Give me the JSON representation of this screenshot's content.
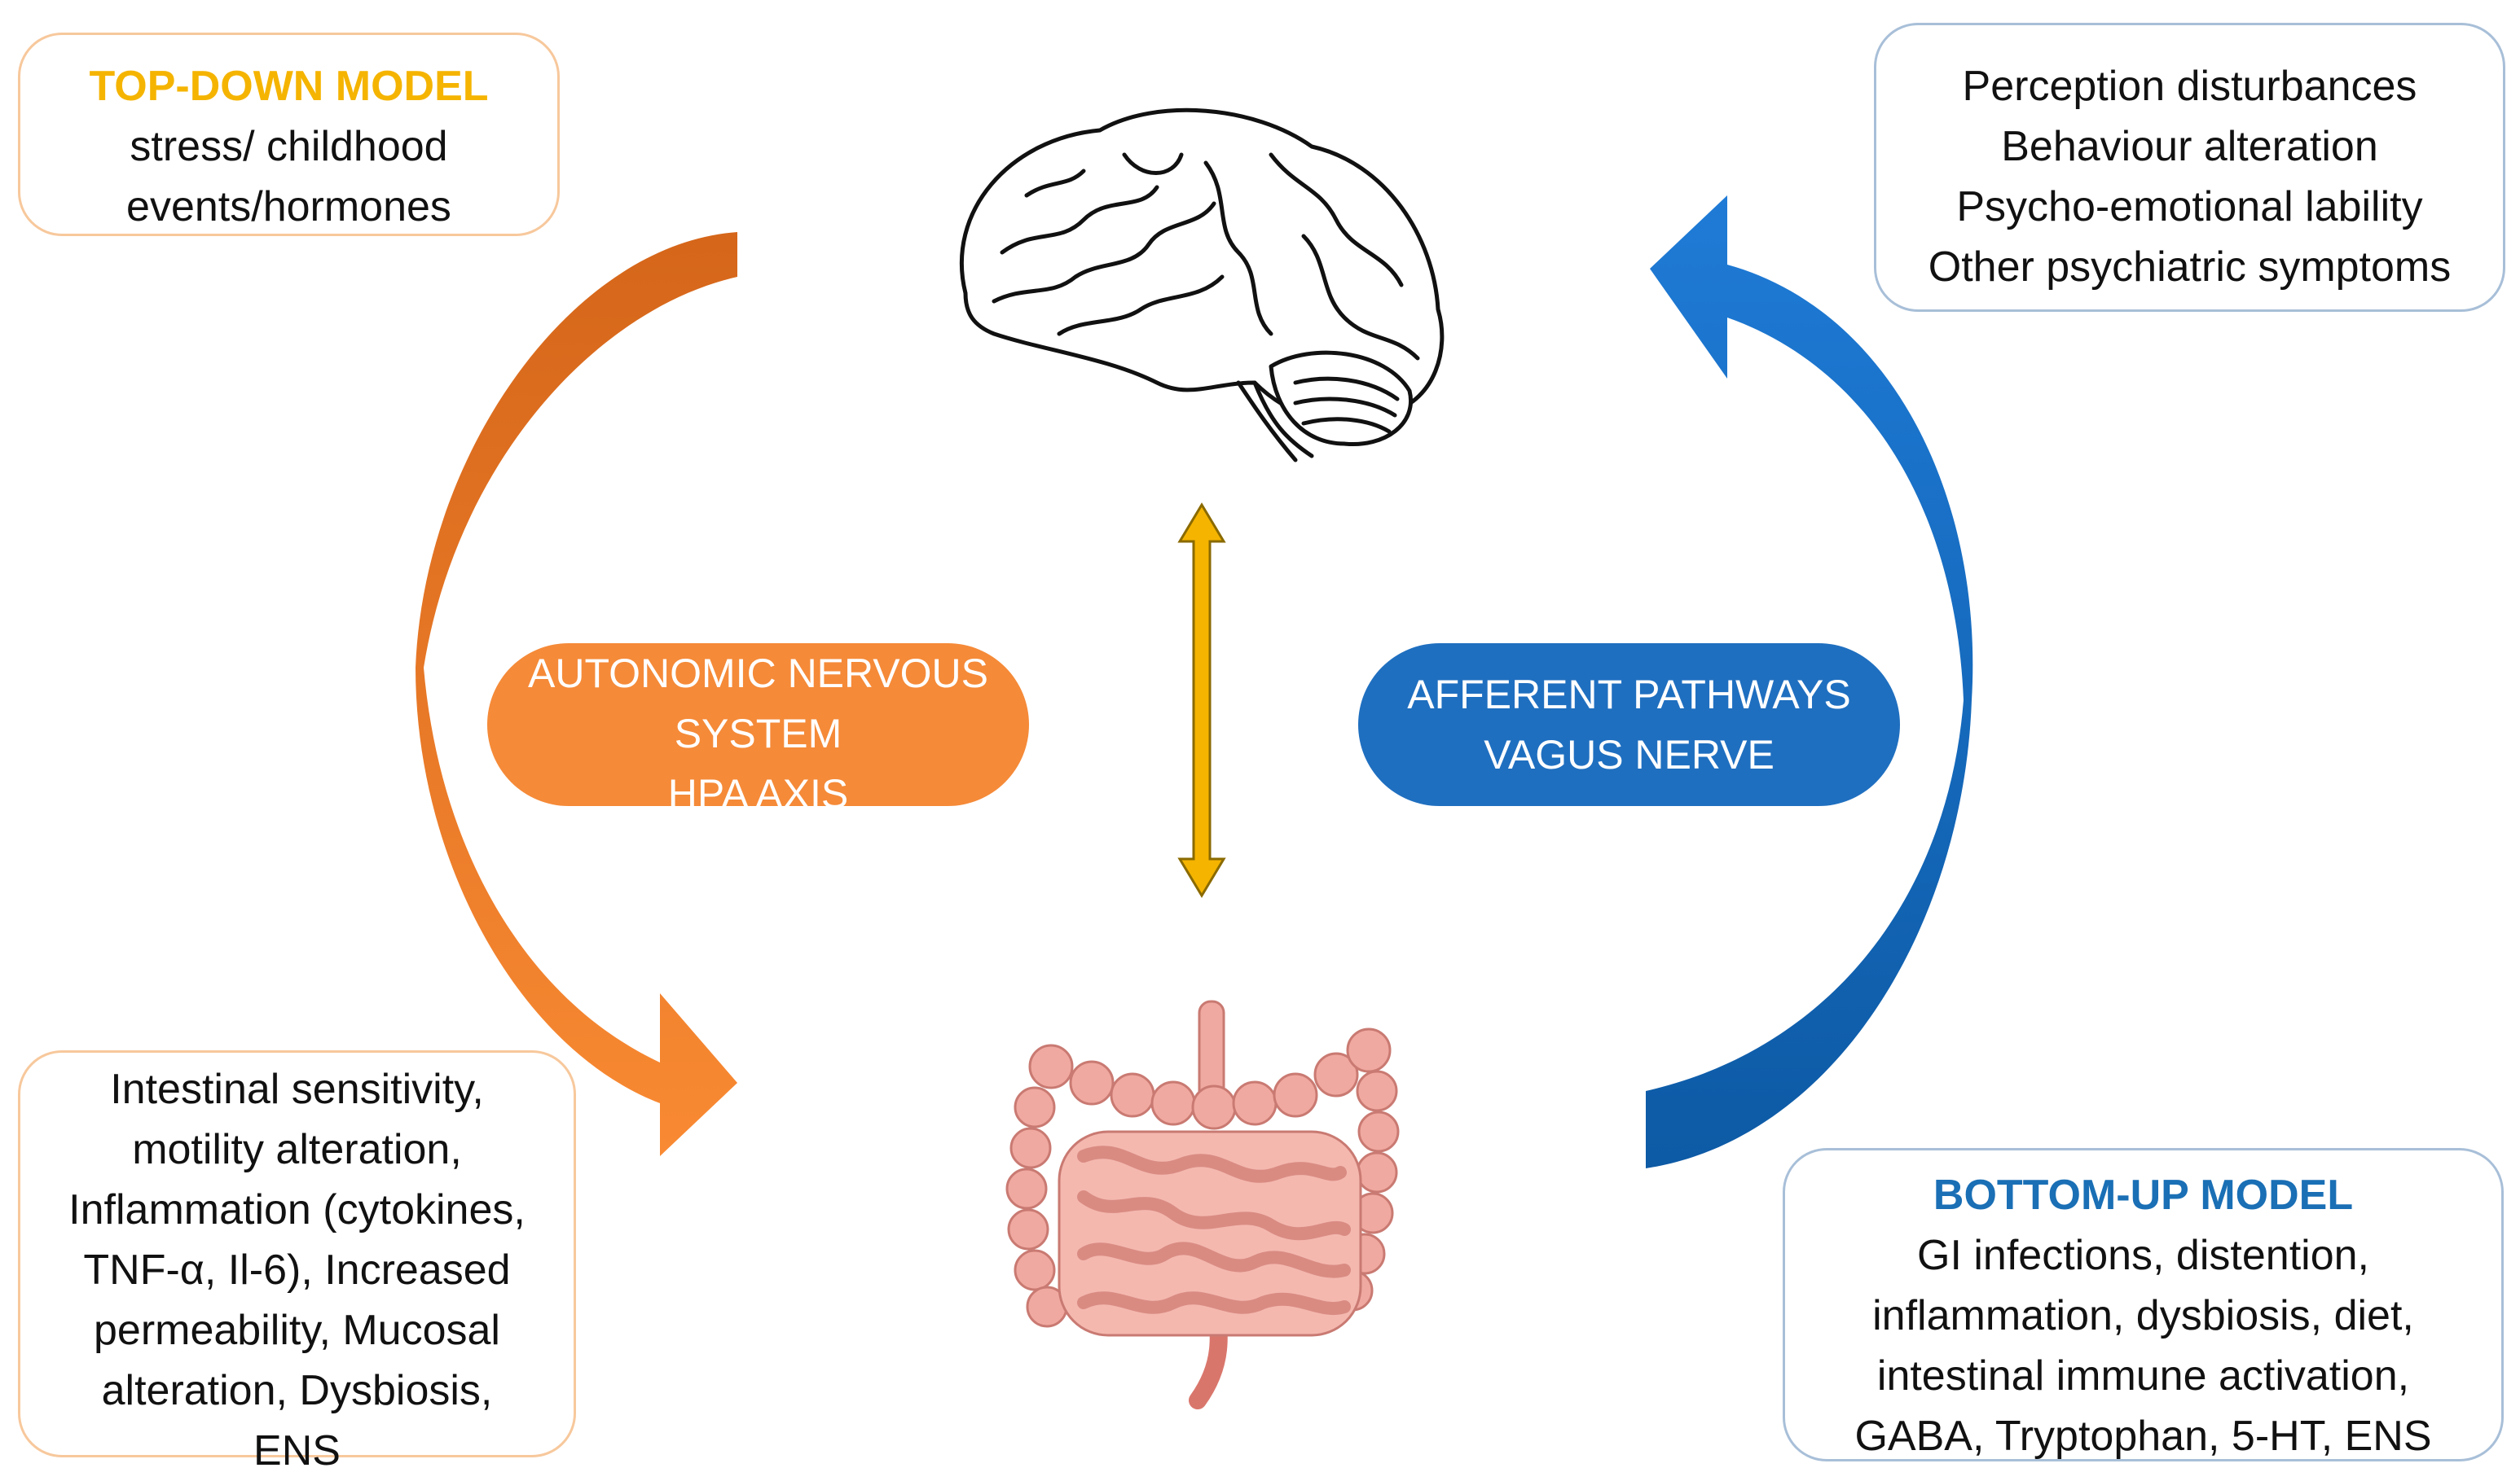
{
  "top_down": {
    "title": "TOP-DOWN MODEL",
    "lines": [
      "stress/ childhood",
      "events/hormones"
    ]
  },
  "perception": {
    "lines": [
      "Perception disturbances",
      "Behaviour alteration",
      "Psycho-emotional lability",
      "Other psychiatric symptoms"
    ]
  },
  "ans_pill": {
    "lines": [
      "AUTONOMIC NERVOUS",
      "SYSTEM",
      "HPA AXIS"
    ]
  },
  "afferent_pill": {
    "lines": [
      "AFFERENT PATHWAYS",
      "VAGUS NERVE"
    ]
  },
  "intestinal": {
    "lines": [
      "Intestinal sensitivity,",
      "motility alteration,",
      "Inflammation (cytokines,",
      "TNF-α, Il-6), Increased",
      "permeability, Mucosal",
      "alteration, Dysbiosis,",
      "ENS"
    ]
  },
  "bottom_up": {
    "title": "BOTTOM-UP MODEL",
    "lines": [
      "GI infections, distention,",
      "inflammation, dysbiosis, diet,",
      "intestinal immune activation,",
      "GABA, Tryptophan, 5-HT, ENS"
    ]
  },
  "icons": {
    "brain": "brain-icon",
    "intestine": "intestine-icon"
  },
  "colors": {
    "orange": "#f58a38",
    "blue": "#1f6fc0",
    "yellow": "#f5b400",
    "intestine": "#f0a9a0"
  }
}
